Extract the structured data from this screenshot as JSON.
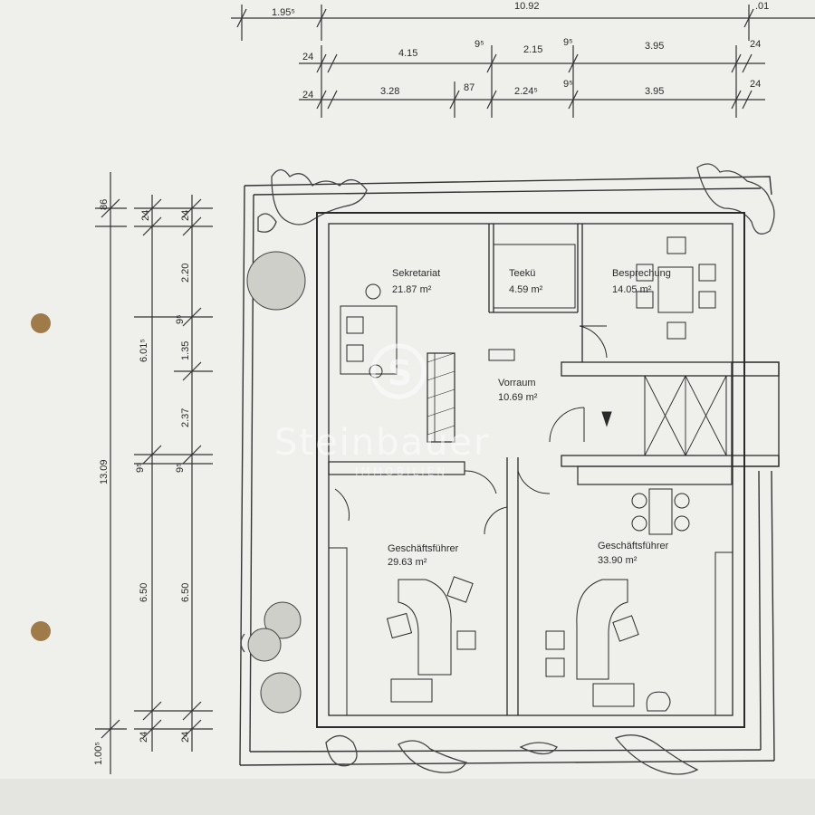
{
  "dimensions": {
    "top_row1": [
      "1.95⁵",
      "10.92",
      ".01"
    ],
    "top_row2": [
      "24",
      "4.15",
      "9⁵",
      "2.15",
      "9⁵",
      "3.95",
      "24"
    ],
    "top_row3": [
      "24",
      "3.28",
      "87",
      "2.24⁵",
      "9⁵",
      "3.95",
      "24"
    ],
    "left_col1": [
      "86",
      "13.09",
      "1.00⁵"
    ],
    "left_col2": [
      "24",
      "6.01⁵",
      "9⁵",
      "6.50",
      "24"
    ],
    "left_col3": [
      "24",
      "2.20",
      "9⁵",
      "1.35",
      "2.37",
      "9⁵",
      "6.50",
      "24"
    ]
  },
  "rooms": {
    "sekretariat": {
      "name": "Sekretariat",
      "area": "21.87 m²"
    },
    "teekueche": {
      "name": "Teekü",
      "area": "4.59 m²"
    },
    "besprechung": {
      "name": "Besprechung",
      "area": "14.05 m²"
    },
    "vorraum": {
      "name": "Vorraum",
      "area": "10.69 m²"
    },
    "gf_left": {
      "name": "Geschäftsführer",
      "area": "29.63 m²"
    },
    "gf_right": {
      "name": "Geschäftsführer",
      "area": "33.90 m²"
    }
  },
  "watermark": {
    "brand": "Steinbauer",
    "sub": "IMMOBILIEN"
  },
  "colors": {
    "paper": "#f2f2ef",
    "ink": "#2a2a2a",
    "watermark": "#ffffff"
  }
}
